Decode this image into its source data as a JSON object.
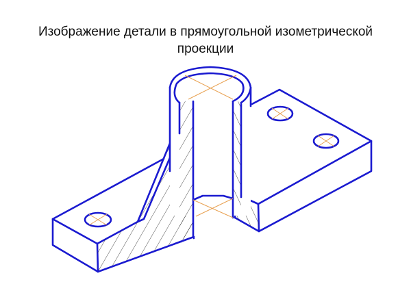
{
  "title": {
    "line1": "Изображение детали в прямоугольной изометрической",
    "line2": "проекции"
  },
  "drawing": {
    "type": "isometric technical drawing with cutaway section",
    "colors": {
      "outline": "#1a1ad0",
      "center_lines": "#e8a050",
      "hatching": "#222222",
      "background": "#ffffff"
    },
    "parts": [
      "vertical-tube",
      "left-flange",
      "right-flange",
      "rib",
      "mounting-hole-left",
      "mounting-hole-right-1",
      "mounting-hole-right-2"
    ]
  }
}
